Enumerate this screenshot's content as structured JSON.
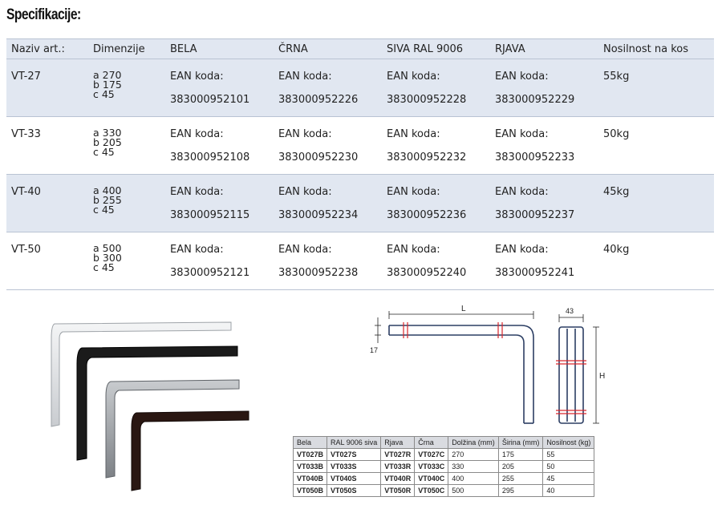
{
  "heading": "Specifikacije:",
  "spec_table": {
    "headers": [
      "Naziv art.:",
      "Dimenzije",
      "BELA",
      "ČRNA",
      "SIVA RAL 9006",
      "RJAVA",
      "Nosilnost na kos"
    ],
    "ean_label": "EAN koda:",
    "rows": [
      {
        "name": "VT-27",
        "dims": [
          "a 270",
          "b 175",
          "c 45"
        ],
        "eans": [
          "383000952101",
          "383000952226",
          "383000952228",
          "383000952229"
        ],
        "load": "55kg"
      },
      {
        "name": "VT-33",
        "dims": [
          "a 330",
          "b 205",
          "c 45"
        ],
        "eans": [
          "383000952108",
          "383000952230",
          "383000952232",
          "383000952233"
        ],
        "load": "50kg"
      },
      {
        "name": "VT-40",
        "dims": [
          "a 400",
          "b 255",
          "c 45"
        ],
        "eans": [
          "383000952115",
          "383000952234",
          "383000952236",
          "383000952237"
        ],
        "load": "45kg"
      },
      {
        "name": "VT-50",
        "dims": [
          "a 500",
          "b 300",
          "c 45"
        ],
        "eans": [
          "383000952121",
          "383000952238",
          "383000952240",
          "383000952241"
        ],
        "load": "40kg"
      }
    ]
  },
  "drawing_labels": {
    "length": "L",
    "depth": "43",
    "height": "H",
    "thickness": "17"
  },
  "article_table": {
    "headers": [
      "Bela",
      "RAL 9006 siva",
      "Rjava",
      "Črna",
      "Dolžina (mm)",
      "Širina (mm)",
      "Nosilnost (kg)"
    ],
    "rows": [
      [
        "VT027B",
        "VT027S",
        "VT027R",
        "VT027C",
        "270",
        "175",
        "55"
      ],
      [
        "VT033B",
        "VT033S",
        "VT033R",
        "VT033C",
        "330",
        "205",
        "50"
      ],
      [
        "VT040B",
        "VT040S",
        "VT040R",
        "VT040C",
        "400",
        "255",
        "45"
      ],
      [
        "VT050B",
        "VT050S",
        "VT050R",
        "VT050C",
        "500",
        "295",
        "40"
      ]
    ]
  },
  "colors": {
    "row_shade": "#e1e7f1",
    "rule": "#b9c3d3",
    "drawing_accent": "#d9262c"
  }
}
